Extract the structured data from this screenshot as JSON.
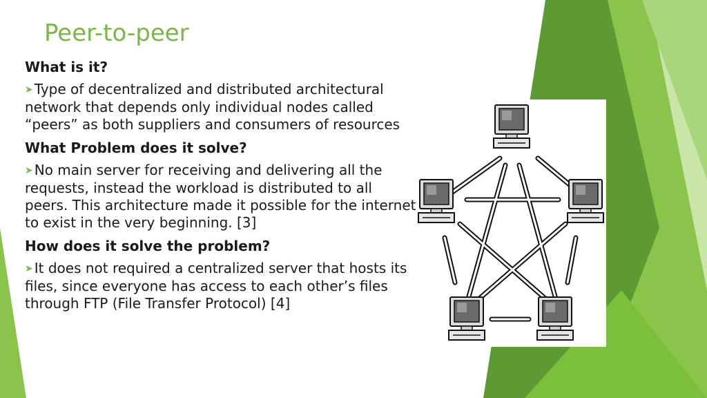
{
  "slide": {
    "title": "Peer-to-peer",
    "sections": [
      {
        "heading": "What is it?",
        "bullet_icon": "arrowhead-bullet-icon",
        "text": "Type of decentralized and distributed architectural network that depends only individual nodes called “peers” as both suppliers and consumers of resources"
      },
      {
        "heading": "What Problem does it solve?",
        "bullet_icon": "arrowhead-bullet-icon",
        "text": "No main server for receiving and delivering all the requests, instead the workload is distributed to all peers. This architecture made it possible for the internet to exist in the very beginning. [3]"
      },
      {
        "heading": "How does it solve the problem?",
        "bullet_icon": "arrowhead-bullet-icon",
        "text": "It does not required a centralized server that hosts its files, since everyone has access to each other’s files through FTP (File Transfer Protocol) [4]"
      }
    ]
  },
  "diagram": {
    "icon": "computer-icon",
    "node_count": 5
  },
  "colors": {
    "accent": "#7ab648",
    "text": "#1a1a1a",
    "green_dark": "#5e9a34",
    "green_mid": "#7bbf3a",
    "green_light": "#a9d67a"
  }
}
